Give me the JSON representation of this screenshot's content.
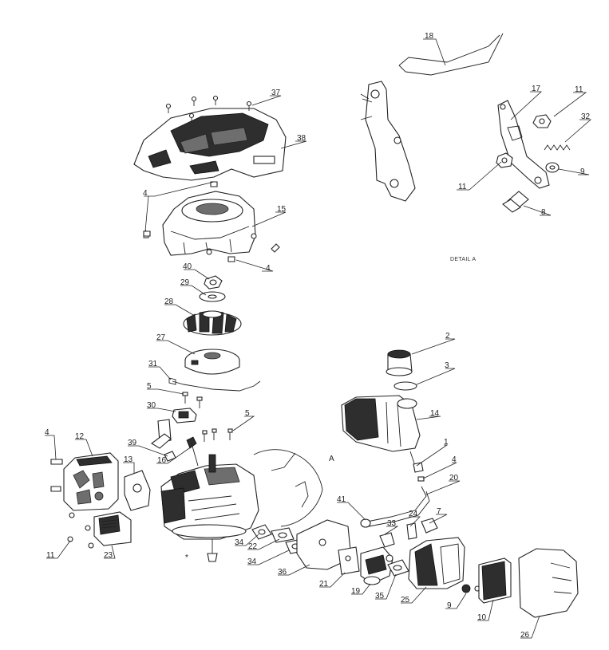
{
  "detail_caption": "DETAIL A",
  "detail_marker": "A",
  "star_marker": "*",
  "callouts": {
    "c18": "18",
    "c17": "17",
    "c11a": "11",
    "c32": "32",
    "c9a": "9",
    "c11b": "11",
    "c8": "8",
    "c37": "37",
    "c38": "38",
    "c4a": "4",
    "c15": "15",
    "c4b": "4",
    "c40": "40",
    "c29": "29",
    "c28": "28",
    "c27": "27",
    "c31": "31",
    "c5a": "5",
    "c30": "30",
    "c5b": "5",
    "c39": "39",
    "c16": "16",
    "c4c": "4",
    "c12": "12",
    "c13": "13",
    "c2": "2",
    "c3": "3",
    "c14": "14",
    "c1": "1",
    "c4d": "4",
    "c20": "20",
    "c41": "41",
    "c33": "33",
    "c24": "24",
    "c7": "7",
    "c34a": "34",
    "c22": "22",
    "c34b": "34",
    "c36": "36",
    "c21": "21",
    "c19": "19",
    "c35": "35",
    "c25": "25",
    "c9b": "9",
    "c10": "10",
    "c26": "26",
    "c11c": "11",
    "c23": "23"
  }
}
